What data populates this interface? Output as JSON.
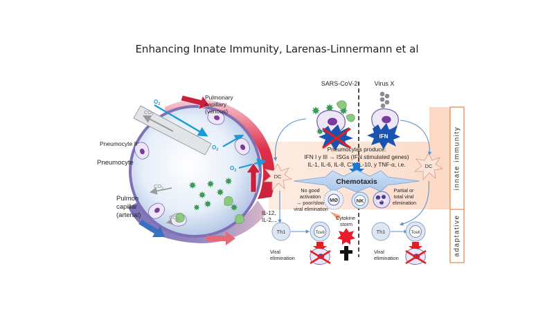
{
  "slide": {
    "title": "Enhancing Innate Immunity, Larenas-Linnermann et al"
  },
  "alveolus": {
    "capillary_venous": [
      "Pulmonary",
      "capillary",
      "(venous)"
    ],
    "capillary_arterial": [
      "Pulmon",
      "capillar",
      "(arterial)"
    ],
    "pneumocyte_ii": "Pneumocyte II",
    "pneumocyte": "Pneumocyte",
    "o2": "O",
    "co2": "CO",
    "sub2": "2"
  },
  "columns": {
    "left": "SARS-CoV-2",
    "right": "Virus X"
  },
  "ifn_badge": "IFN",
  "pneumocytes_produce": {
    "title": "Pneumocytes produce:",
    "line1": "IFN I y III → ISGs (IFN stimulated genes)",
    "line2": "IL-1, IL-6, IL-8, CXCL-10, y TNF-α, i.e."
  },
  "chemotaxis": "Chemotaxis",
  "dc": "DC",
  "no_good_activation": [
    "No good",
    "activation",
    "→ poor/slow",
    "viral elimination"
  ],
  "partial_elimination": [
    "Partial or",
    "total viral",
    "elimination"
  ],
  "innate_cells": {
    "macrophage": "MØ",
    "nk": "NK",
    "neutrophil": "NEU"
  },
  "cytokines": [
    "IL-12,",
    "IL-2,..."
  ],
  "th1": "Th1",
  "tcell": "Tcell",
  "cytokine_storm": [
    "Cytokine",
    "storm"
  ],
  "viral_elimination": [
    "Viral",
    "elimination"
  ],
  "side_labels": {
    "adaptive": "adaptative",
    "innate": "innate  immunity"
  }
}
